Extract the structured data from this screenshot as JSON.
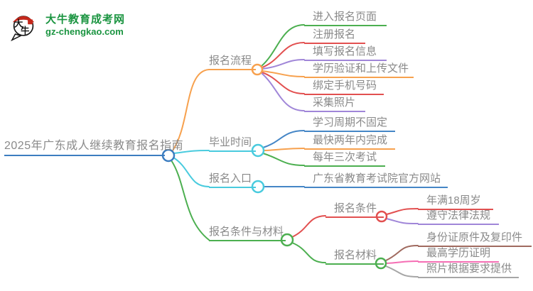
{
  "logo": {
    "title": "大牛教育成考网",
    "domain": "gz-chengkao.com",
    "icon_char1": "大",
    "icon_char2": "牛",
    "brand_color": "#1a9440",
    "seal_color": "#c5281c"
  },
  "mindmap": {
    "text_color": "#8a8a8a",
    "root": {
      "label": "2025年广东成人继续教育报名指南",
      "color": "#3c7dc0"
    },
    "branches": [
      {
        "label": "报名流程",
        "color": "#f7a14e",
        "children": [
          {
            "label": "进入报名页面",
            "color": "#4caf50"
          },
          {
            "label": "注册报名",
            "color": "#e25050"
          },
          {
            "label": "填写报名信息",
            "color": "#a086d8"
          },
          {
            "label": "学历验证和上传文件",
            "color": "#f7a14e"
          },
          {
            "label": "绑定手机号码",
            "color": "#e25050"
          },
          {
            "label": "采集照片",
            "color": "#a086d8"
          }
        ]
      },
      {
        "label": "毕业时间",
        "color": "#49cbde",
        "children": [
          {
            "label": "学习周期不固定",
            "color": "#4586c6"
          },
          {
            "label": "最快两年内完成",
            "color": "#f7a14e"
          },
          {
            "label": "每年三次考试",
            "color": "#4caf50"
          }
        ]
      },
      {
        "label": "报名入口",
        "color": "#49cbde",
        "children": [
          {
            "label": "广东省教育考试院官方网站",
            "color": "#4586c6"
          }
        ]
      },
      {
        "label": "报名条件与材料",
        "color": "#4caf50",
        "children": [
          {
            "label": "报名条件",
            "color": "#e25050",
            "children": [
              {
                "label": "年满18周岁",
                "color": "#e25050"
              },
              {
                "label": "遵守法律法规",
                "color": "#a086d8"
              }
            ]
          },
          {
            "label": "报名材料",
            "color": "#4caf50",
            "children": [
              {
                "label": "身份证原件及复印件",
                "color": "#a06a5f"
              },
              {
                "label": "最高学历证明",
                "color": "#f56eb4"
              },
              {
                "label": "照片根据要求提供",
                "color": "#a6a6a6"
              }
            ]
          }
        ]
      }
    ]
  }
}
